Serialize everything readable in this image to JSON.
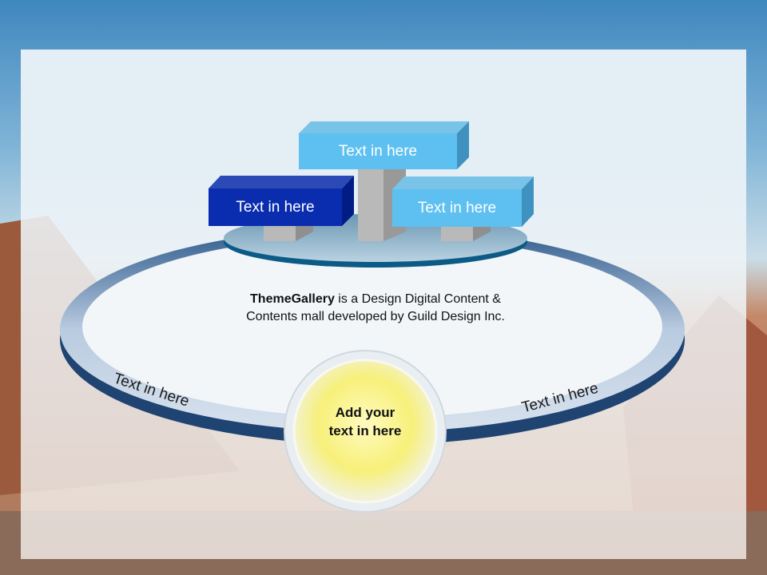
{
  "boxes": {
    "top": "Text in here",
    "left": "Text in here",
    "right": "Text in here"
  },
  "description": {
    "brand": "ThemeGallery",
    "line1_rest": " is a Design Digital Content &",
    "line2": "Contents mall developed by Guild Design Inc."
  },
  "ring_labels": {
    "left": "Text in here",
    "right": "Text in here"
  },
  "center": {
    "line1": "Add your",
    "line2": "text in here"
  },
  "colors": {
    "dark_box": "#0a2db0",
    "light_box": "#5bbfee",
    "ring": "#3f6fa0",
    "center": "#f7f07a"
  }
}
